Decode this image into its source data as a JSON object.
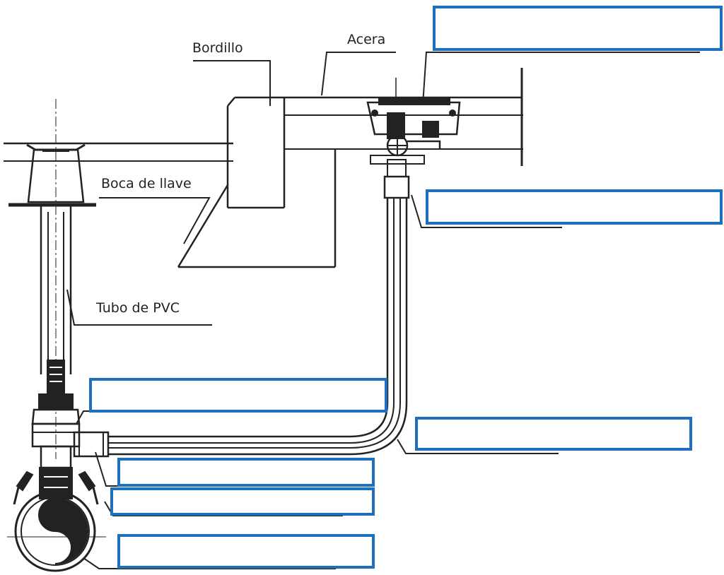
{
  "labels": {
    "bordillo": "Bordillo",
    "acera": "Acera",
    "boca_de_llave": "Boca de llave",
    "tubo_pvc": "Tubo de PVC"
  },
  "blank_boxes": [
    "",
    "",
    "",
    "",
    "",
    "",
    ""
  ],
  "colors": {
    "line": "#222222",
    "blank_box_border": "#1f6fbf",
    "background": "#ffffff"
  }
}
